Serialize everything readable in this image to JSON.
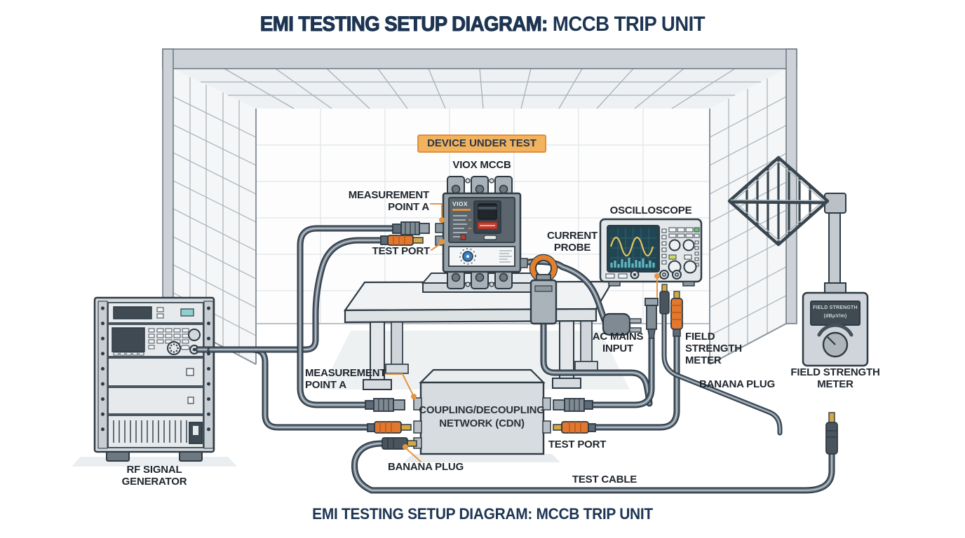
{
  "titles": {
    "top_bold": "EMI TESTING SETUP DIAGRAM:",
    "top_rest": " MCCB TRIP UNIT",
    "bottom": "EMI TESTING SETUP DIAGRAM: MCCB TRIP UNIT"
  },
  "badge": {
    "device_under_test": "DEVICE UNDER TEST"
  },
  "devices": {
    "mccb": {
      "name": "VIOX MCCB",
      "brand": "VIOX"
    },
    "rf_generator": {
      "label": "RF SIGNAL\nGENERATOR"
    },
    "oscilloscope": {
      "label": "OSCILLOSCOPE"
    },
    "cdn": {
      "label": "COUPLING/DECOUPLING\nNETWORK (CDN)"
    },
    "field_strength_meter": {
      "label_below": "FIELD STRENGTH\nMETER",
      "label_room": "FIELD\nSTRENGTH\nMETER",
      "display": "FIELD STRENGTH\n(dBμV/m)"
    }
  },
  "callouts": {
    "measurement_point_a_top": "MEASUREMENT\nPOINT A",
    "measurement_point_a_bottom": "MEASUREMENT\nPOINT A",
    "test_port_top": "TEST PORT",
    "test_port_bottom": "TEST PORT",
    "current_probe": "CURRENT\nPROBE",
    "ac_mains_input": "AC MAINS\nINPUT",
    "banana_plug_left": "BANANA PLUG",
    "banana_plug_right": "BANANA PLUG",
    "test_cable": "TEST CABLE"
  },
  "colors": {
    "accent": "#E6953F",
    "badge_bg": "#F3B25E",
    "badge_border": "#DD8F3F",
    "title_navy": "#1D3553",
    "label_dark": "#20272E",
    "cable": "#5D6B78"
  }
}
